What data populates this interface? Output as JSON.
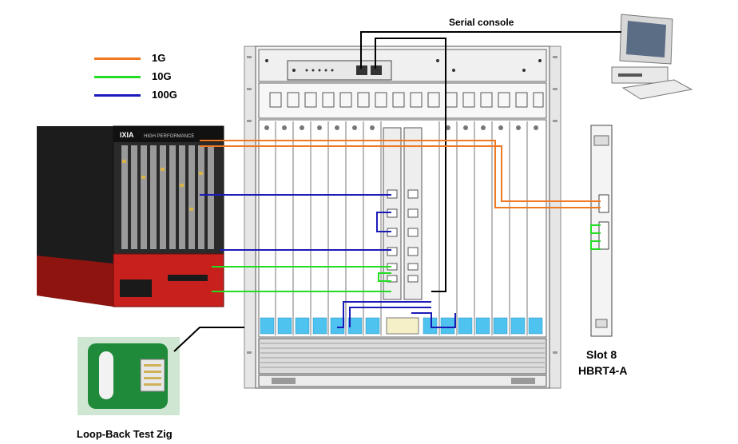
{
  "legend": {
    "items": [
      {
        "label": "1G",
        "color": "#f07820"
      },
      {
        "label": "10G",
        "color": "#22dd22"
      },
      {
        "label": "100G",
        "color": "#1a1ab8"
      }
    ]
  },
  "labels": {
    "serial_console": "Serial console",
    "slot_number": "Slot 8",
    "board_name": "HBRT4-A",
    "loopback": "Loop-Back Test Zig"
  },
  "ixia": {
    "brand": "IXIA",
    "model": "HIGH PERFORMANCE"
  },
  "colors": {
    "line_1g": "#f07820",
    "line_10g": "#22dd22",
    "line_100g": "#1a1ab8",
    "chassis_red": "#c8201c",
    "slot_blue": "#4fc3f0",
    "zig_green": "#1f8a3a"
  }
}
